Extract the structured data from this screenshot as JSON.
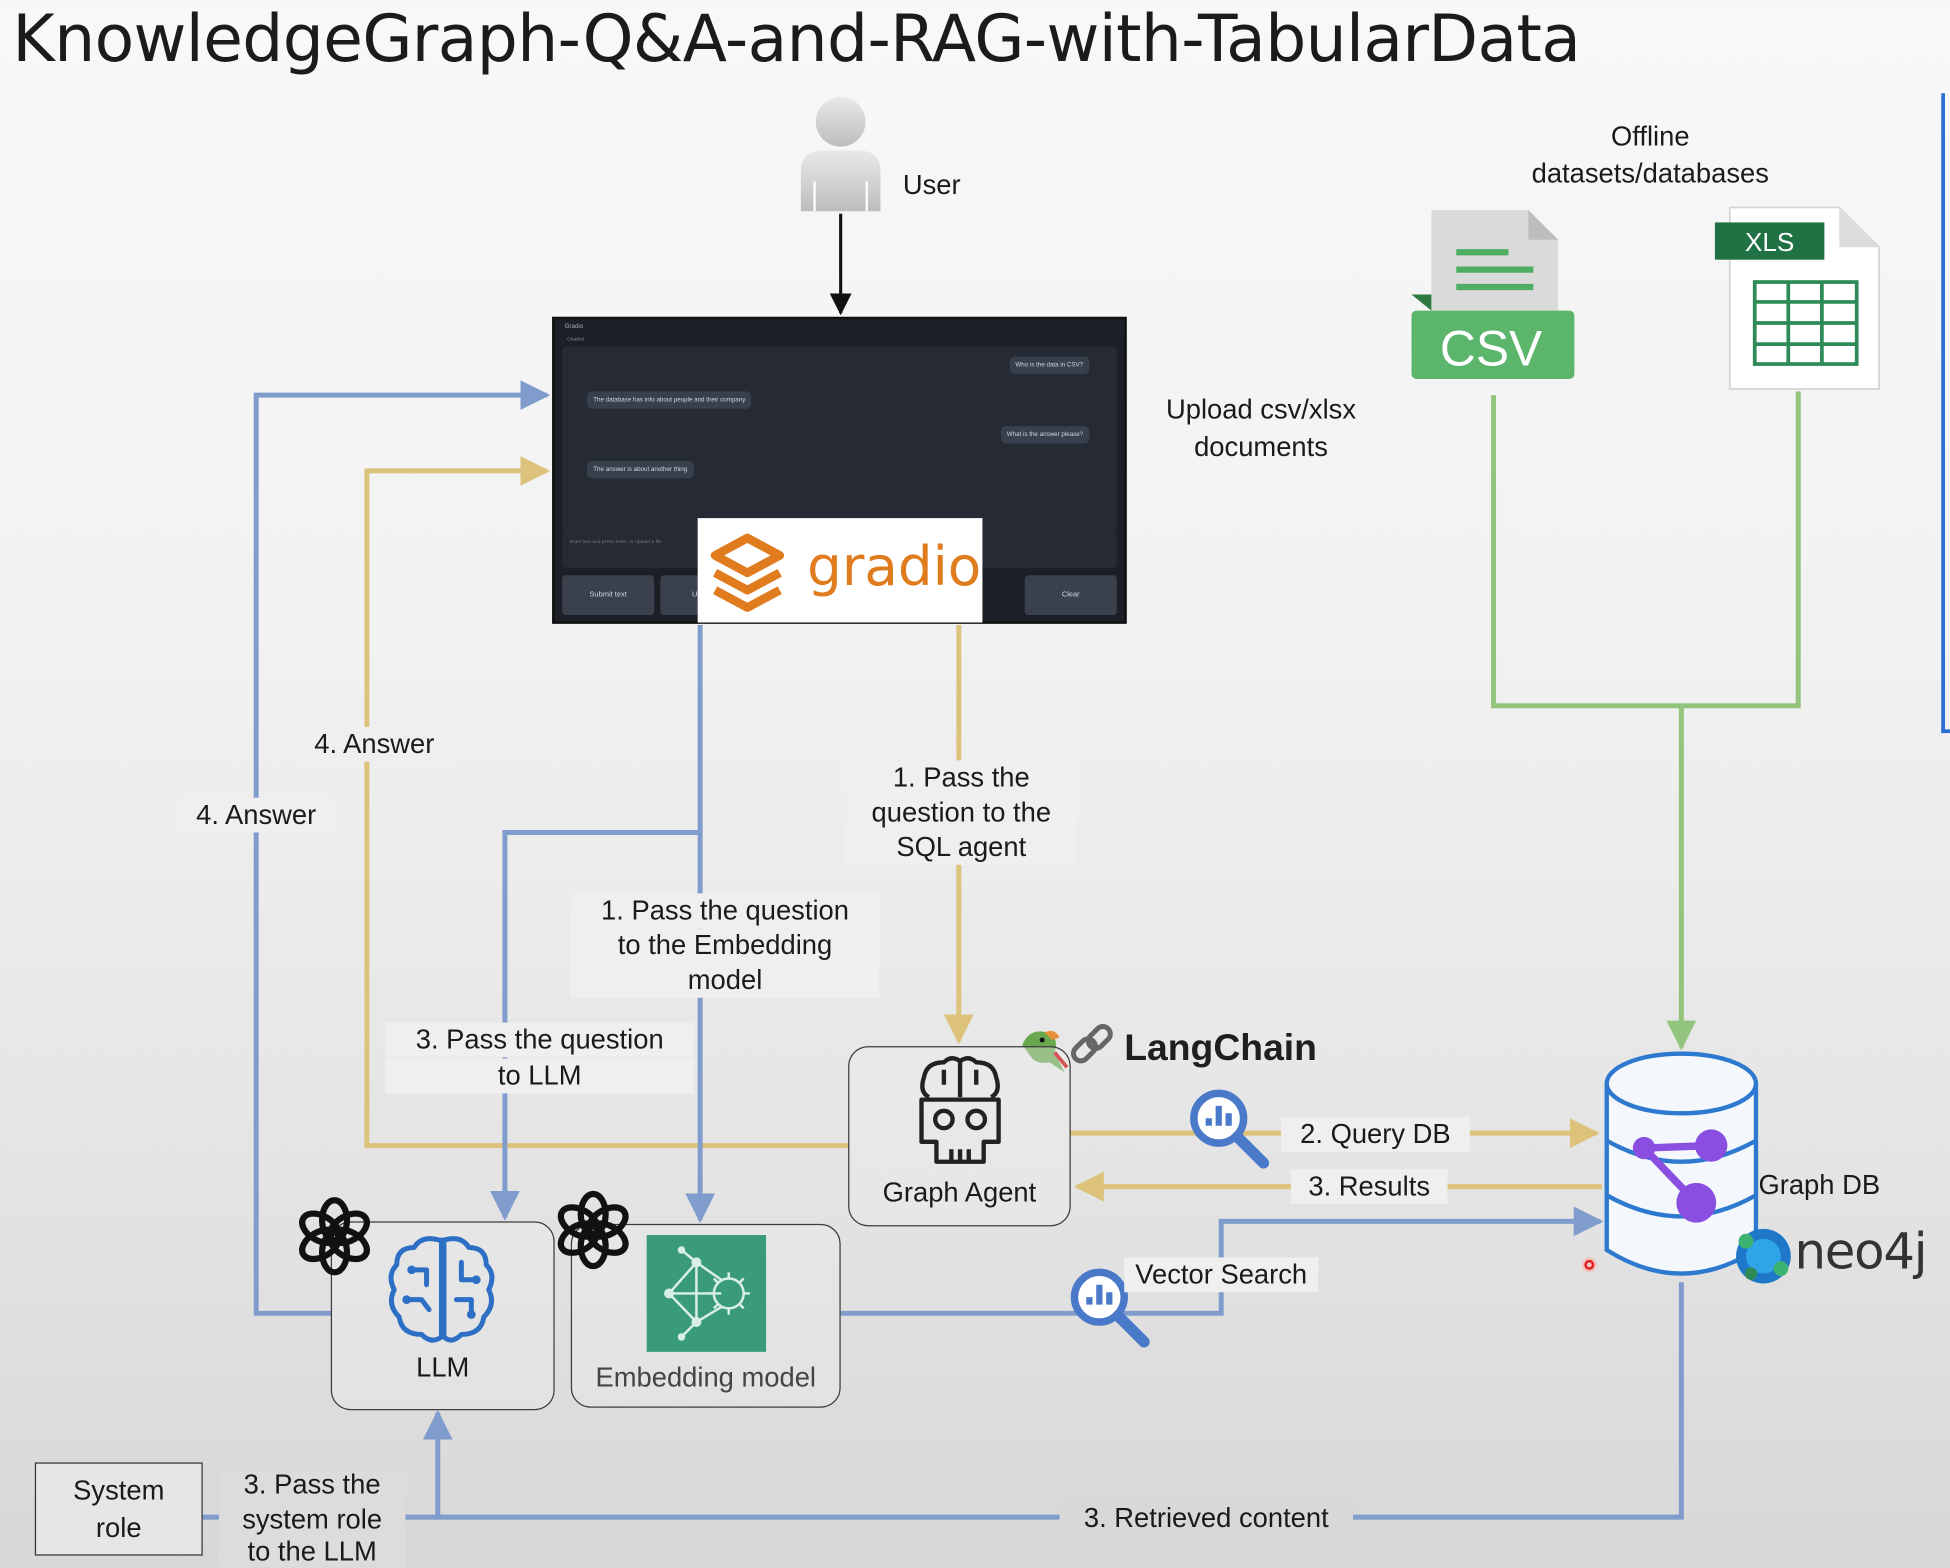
{
  "title": "KnowledgeGraph-Q&A-and-RAG-with-TabularData",
  "nodes": {
    "user": "User",
    "offline_line1": "Offline",
    "offline_line2": "datasets/databases",
    "csv": "CSV",
    "xls": "XLS",
    "upload_line1": "Upload csv/xlsx",
    "upload_line2": "documents",
    "gradio": "gradio",
    "langchain": "LangChain",
    "graph_agent": "Graph Agent",
    "graph_db": "Graph DB",
    "neo4j": "neo4j",
    "llm": "LLM",
    "embedding": "Embedding model",
    "system_role_line1": "System",
    "system_role_line2": "role"
  },
  "edges": {
    "answer_yellow": "4. Answer",
    "answer_blue": "4. Answer",
    "sql_line1": "1. Pass the",
    "sql_line2": "question to the",
    "sql_line3": "SQL agent",
    "emb_line1": "1. Pass the question",
    "emb_line2": "to the Embedding",
    "emb_line3": "model",
    "llm_line1": "3. Pass the question",
    "llm_line2": "to LLM",
    "query_db": "2. Query DB",
    "results": "3. Results",
    "vector_search": "Vector Search",
    "sys_line1": "3. Pass the",
    "sys_line2": "system role",
    "sys_line3": "to the LLM",
    "retrieved": "3. Retrieved content"
  },
  "colors": {
    "blue_flow": "#7f9ccc",
    "yellow_flow": "#dcc27a",
    "green_flow": "#93c47d",
    "gradio_orange": "#e07b1e",
    "openai_green": "#3a9b79",
    "neo4j_blue": "#1f77c9",
    "db_purple": "#8a4fe0"
  },
  "icons": [
    "user-icon",
    "csv-file-icon",
    "xls-file-icon",
    "gradio-logo-icon",
    "parrot-icon",
    "chain-link-icon",
    "robot-brain-icon",
    "database-icon",
    "neo4j-logo-icon",
    "brain-circuit-icon",
    "neural-gear-icon",
    "openai-logo-icon",
    "search-chart-icon"
  ],
  "chat_preview": {
    "app_name": "Gradio",
    "tab_name": "Chatbot",
    "user_msg_1": "Who is the data in CSV?",
    "bot_msg_1": "The database has info about people and their company",
    "user_msg_2": "What is the answer please?",
    "bot_msg_2": "The answer is about another thing",
    "input_placeholder": "Enter text and press enter, or upload a file",
    "btn_submit": "Submit text",
    "btn_upload": "Upload",
    "btn_clear": "Clear"
  }
}
